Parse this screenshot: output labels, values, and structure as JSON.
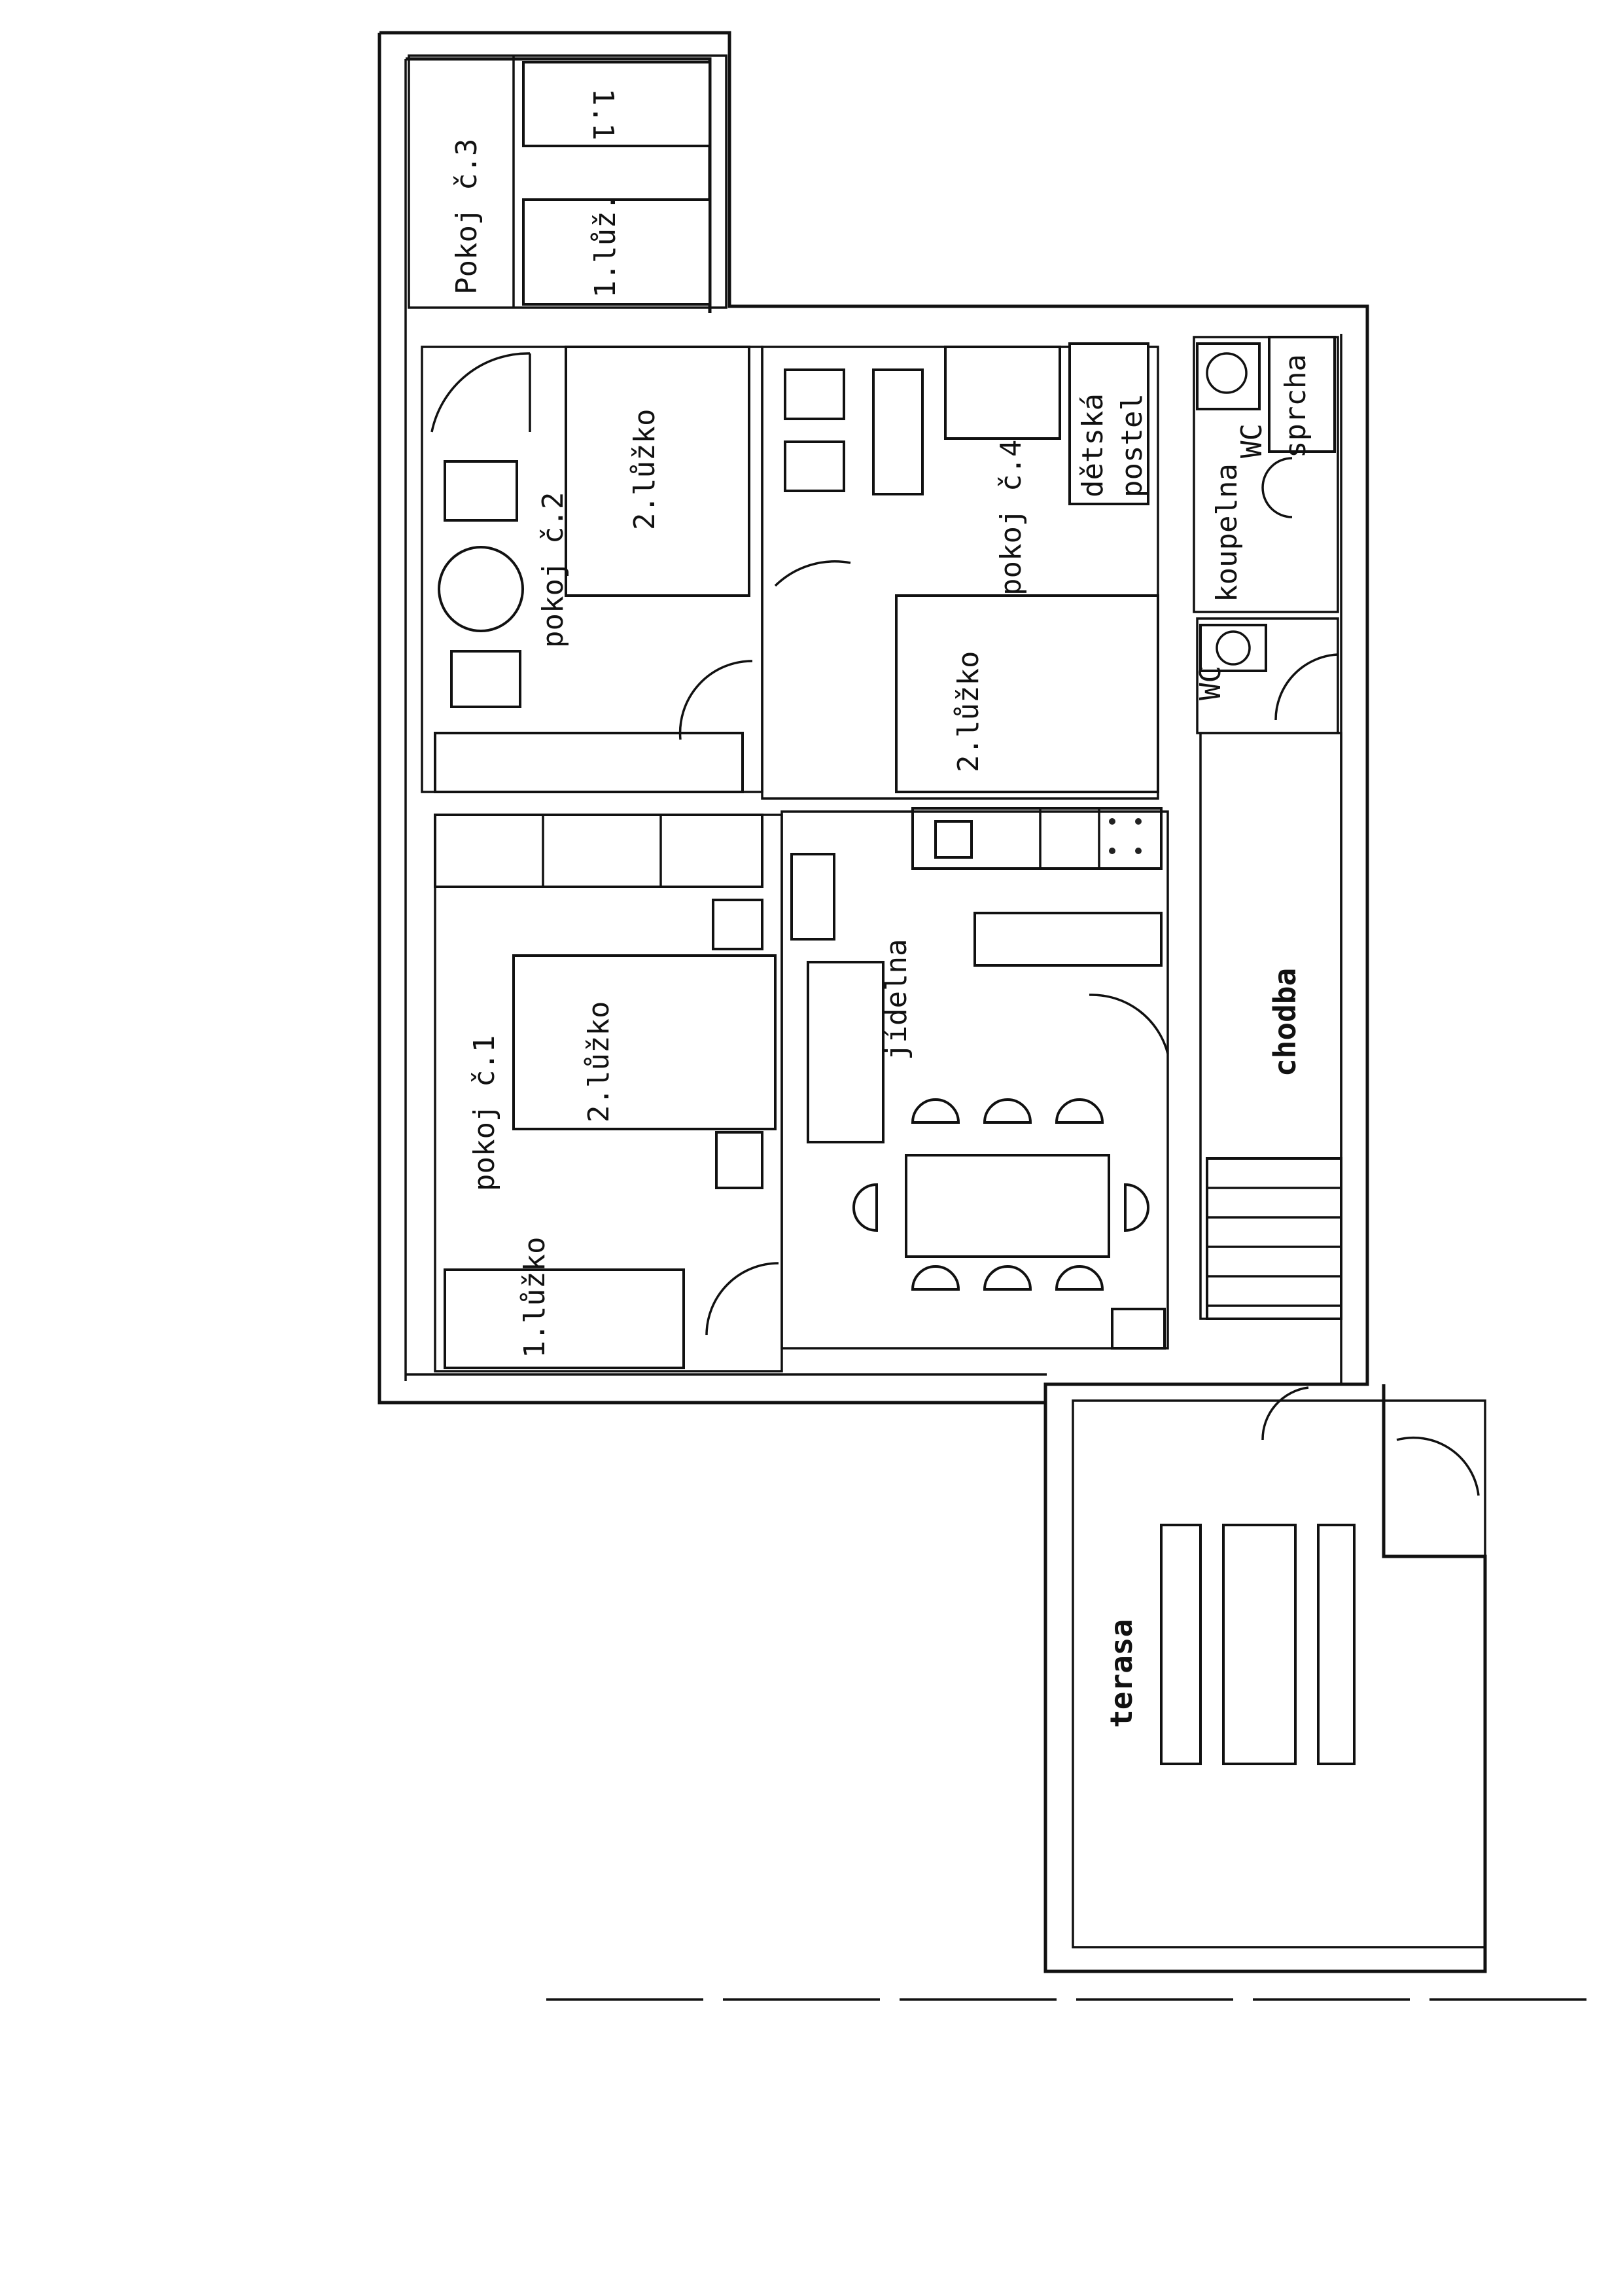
{
  "labels": {
    "room3": "Pokoj č.3",
    "room3_bed_a": "1.lůž.",
    "room3_bed_b": "1.1",
    "room2": "pokoj č.2",
    "room2_bed": "2.lůžko",
    "room4": "pokoj č.4",
    "room4_bed": "2.lůžko",
    "child_bed_1": "dětská",
    "child_bed_2": "postel",
    "bathroom": "koupelna",
    "wc_top": "WC",
    "shower": "sprcha",
    "wc_lower": "WC",
    "room1": "pokoj č.1",
    "room1_double": "2.lůžko",
    "room1_single": "1.lůžko",
    "dining": "jídelna",
    "corridor": "chodba",
    "terrace": "terasa"
  }
}
